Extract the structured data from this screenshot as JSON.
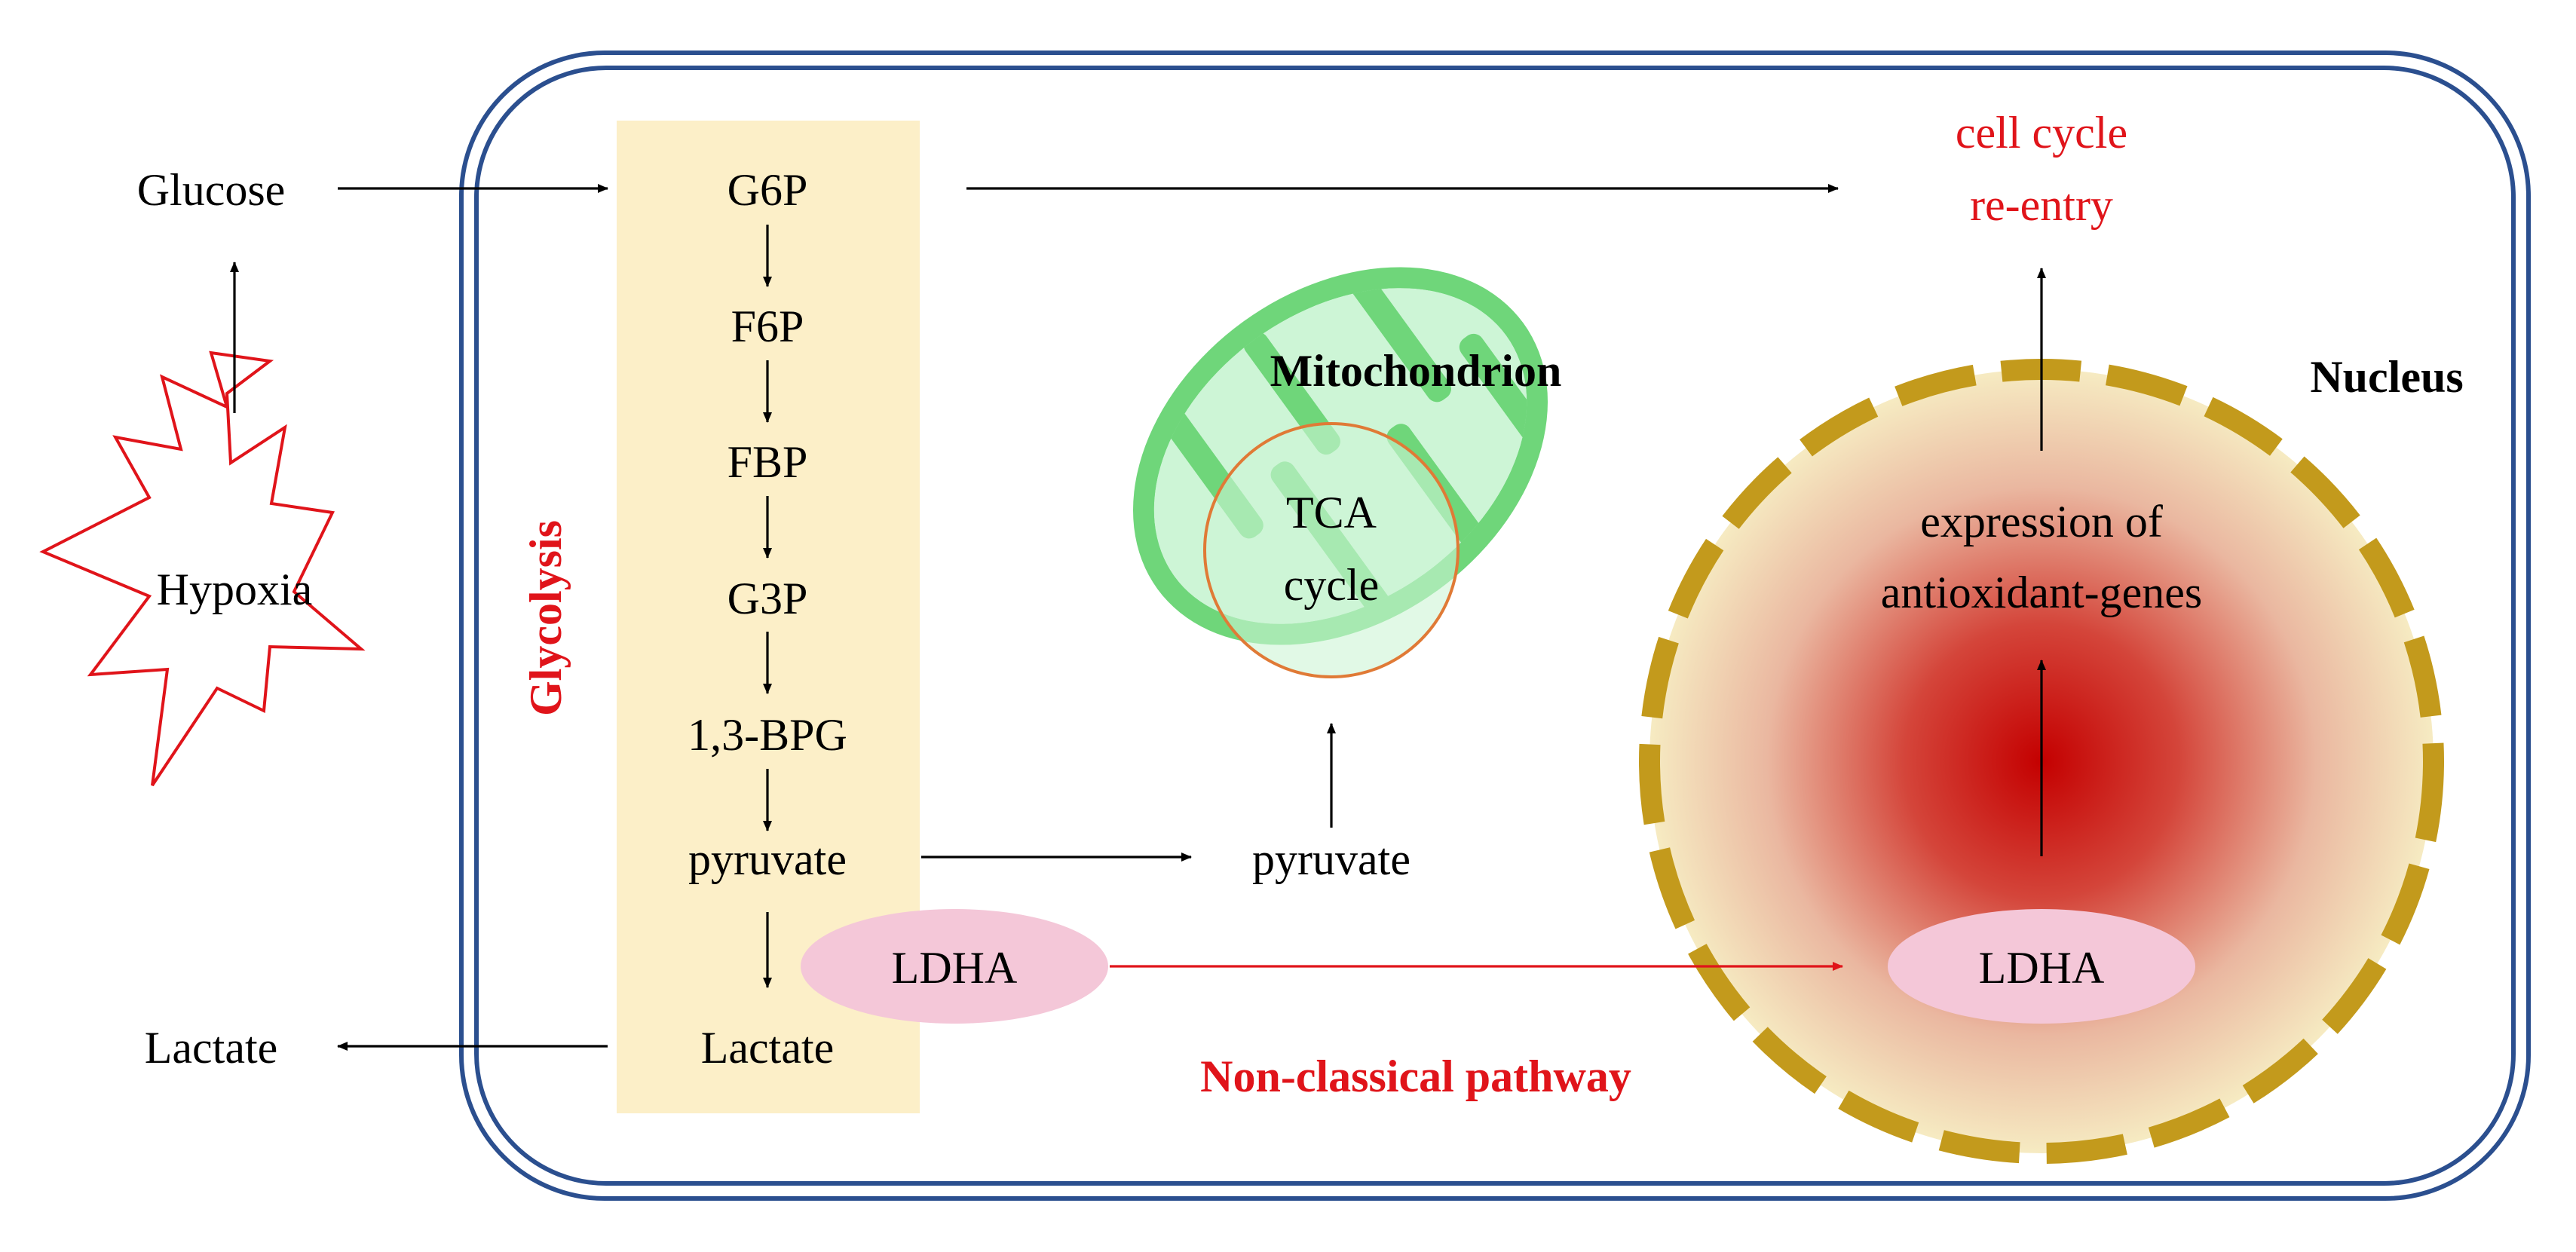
{
  "colors": {
    "cell_border": "#2b4f8f",
    "glycolysis_band": "#fcefc8",
    "mito_outer": "#6fd67a",
    "mito_inner": "#cdf5d6",
    "tca_ring": "#e07a36",
    "nucleus_membrane": "#c39a1c",
    "nucleus_center": "#c40000",
    "nucleus_edge": "#f6ebc2",
    "ldha_fill": "#f4c7d8",
    "accent_red": "#e0141a",
    "arrow": "#000000"
  },
  "labels": {
    "glucose_outside": "Glucose",
    "hypoxia": "Hypoxia",
    "lactate_outside": "Lactate",
    "glycolysis": "Glycolysis",
    "metabolites": [
      "G6P",
      "F6P",
      "FBP",
      "G3P",
      "1,3-BPG",
      "pyruvate"
    ],
    "lactate_inside": "Lactate",
    "ldha_cytoplasm": "LDHA",
    "pyruvate_right": "pyruvate",
    "mitochondrion": "Mitochondrion",
    "tca_line1": "TCA",
    "tca_line2": "cycle",
    "cell_cycle_line1": "cell cycle",
    "cell_cycle_line2": "re-entry",
    "nucleus": "Nucleus",
    "expression_line1": "expression of",
    "expression_line2": "antioxidant-genes",
    "ldha_nucleus": "LDHA",
    "non_classical": "Non-classical pathway"
  }
}
